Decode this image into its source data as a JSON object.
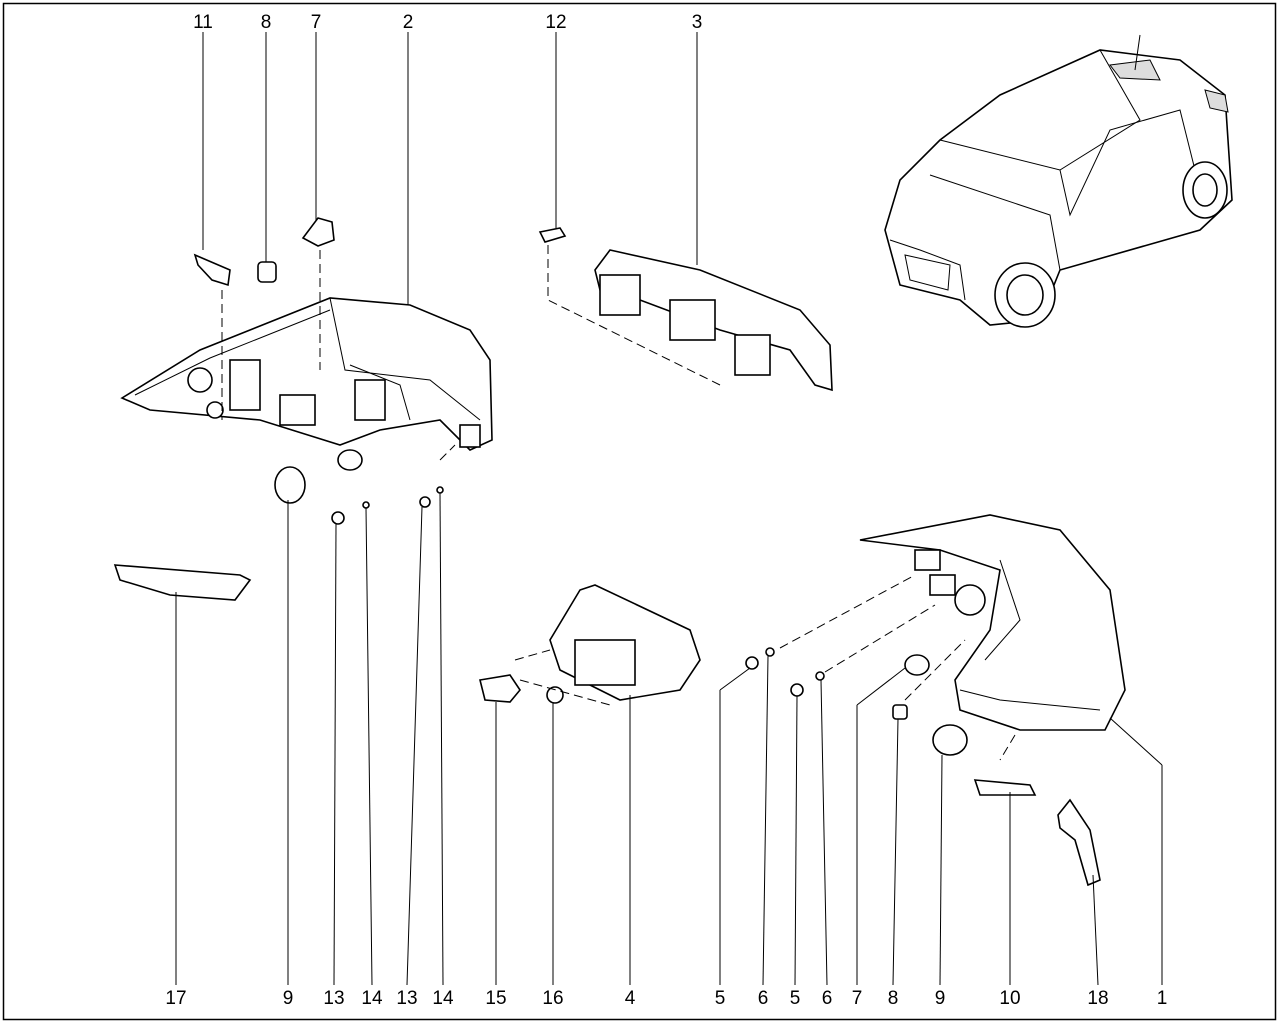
{
  "diagram": {
    "top_labels": [
      "11",
      "8",
      "7",
      "2",
      "12",
      "3"
    ],
    "bottom_labels": [
      "17",
      "9",
      "13",
      "14",
      "13",
      "14",
      "15",
      "16",
      "4",
      "5",
      "6",
      "5",
      "6",
      "7",
      "8",
      "9",
      "10",
      "18",
      "1"
    ]
  }
}
